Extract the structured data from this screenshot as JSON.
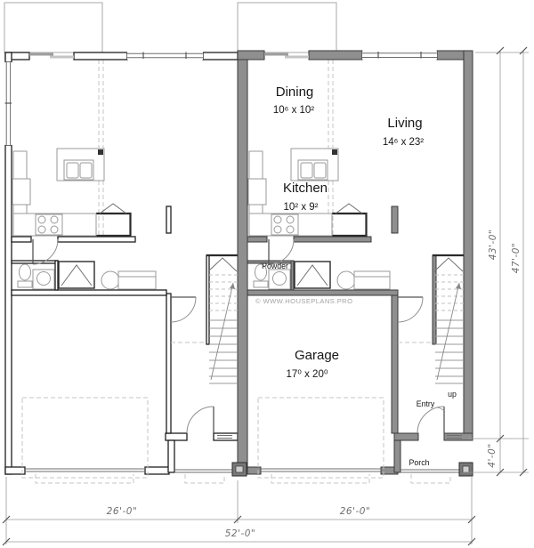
{
  "watermark": "© WWW.HOUSEPLANS.PRO",
  "rooms": {
    "dining": {
      "label": "Dining",
      "size": "10⁶ x 10²"
    },
    "living": {
      "label": "Living",
      "size": "14⁶ x 23²"
    },
    "kitchen": {
      "label": "Kitchen",
      "size": "10² x 9²"
    },
    "garage": {
      "label": "Garage",
      "size": "17⁰ x 20⁰"
    },
    "powder": {
      "label": "Powder"
    },
    "entry": {
      "label": "Entry"
    },
    "porch": {
      "label": "Porch"
    },
    "stair": {
      "label": "up"
    }
  },
  "dimensions": {
    "depth_main": "43'-0\"",
    "depth_total": "47'-0\"",
    "porch_depth": "4'-0\"",
    "unit_left_width": "26'-0\"",
    "unit_right_width": "26'-0\"",
    "total_width": "52'-0\""
  },
  "colors": {
    "highlighted_unit_wall": "#8f8f8f",
    "unhighlighted_unit_wall": "#ffffff",
    "label_text": "#161616",
    "dimension_text": "#6f6f6f"
  }
}
